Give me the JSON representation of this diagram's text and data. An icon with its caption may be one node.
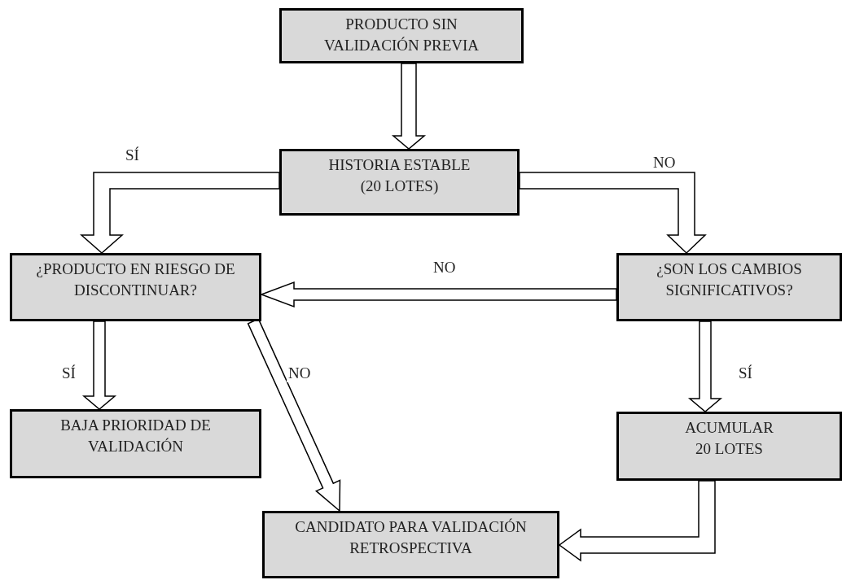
{
  "diagram": {
    "nodes": [
      {
        "text": [
          "PRODUCTO SIN VALIDACIÓN PREVIA"
        ]
      },
      {
        "text": [
          "HISTORIA ESTABLE (20 LOTES)"
        ]
      },
      {
        "text": [
          "¿PRODUCTO EN RIESGO DE DISCONTINUAR?"
        ]
      },
      {
        "text": [
          "¿SON LOS CAMBIOS SIGNIFICATIVOS?"
        ]
      },
      {
        "text": [
          "BAJA PRIORIDAD DE VALIDACIÓN"
        ]
      },
      {
        "text": [
          "ACUMULAR 20 LOTES"
        ]
      },
      {
        "text": [
          "CANDIDATO PARA VALIDACIÓN RETROSPECTIVA"
        ]
      }
    ],
    "edges": [
      {
        "from": 0,
        "to": 1,
        "arrow": "to"
      },
      {
        "from": 1,
        "to": 2,
        "arrow": "to",
        "label": "SÍ"
      },
      {
        "from": 1,
        "to": 3,
        "arrow": "to",
        "label": "NO"
      },
      {
        "from": 3,
        "to": 2,
        "arrow": "to",
        "label": "NO"
      },
      {
        "from": 2,
        "to": 4,
        "arrow": "to",
        "label": "SÍ"
      },
      {
        "from": 2,
        "to": 6,
        "arrow": "to",
        "label": "NO"
      },
      {
        "from": 3,
        "to": 5,
        "arrow": "to",
        "label": "SÍ"
      },
      {
        "from": 5,
        "to": 6,
        "arrow": "to"
      }
    ]
  }
}
